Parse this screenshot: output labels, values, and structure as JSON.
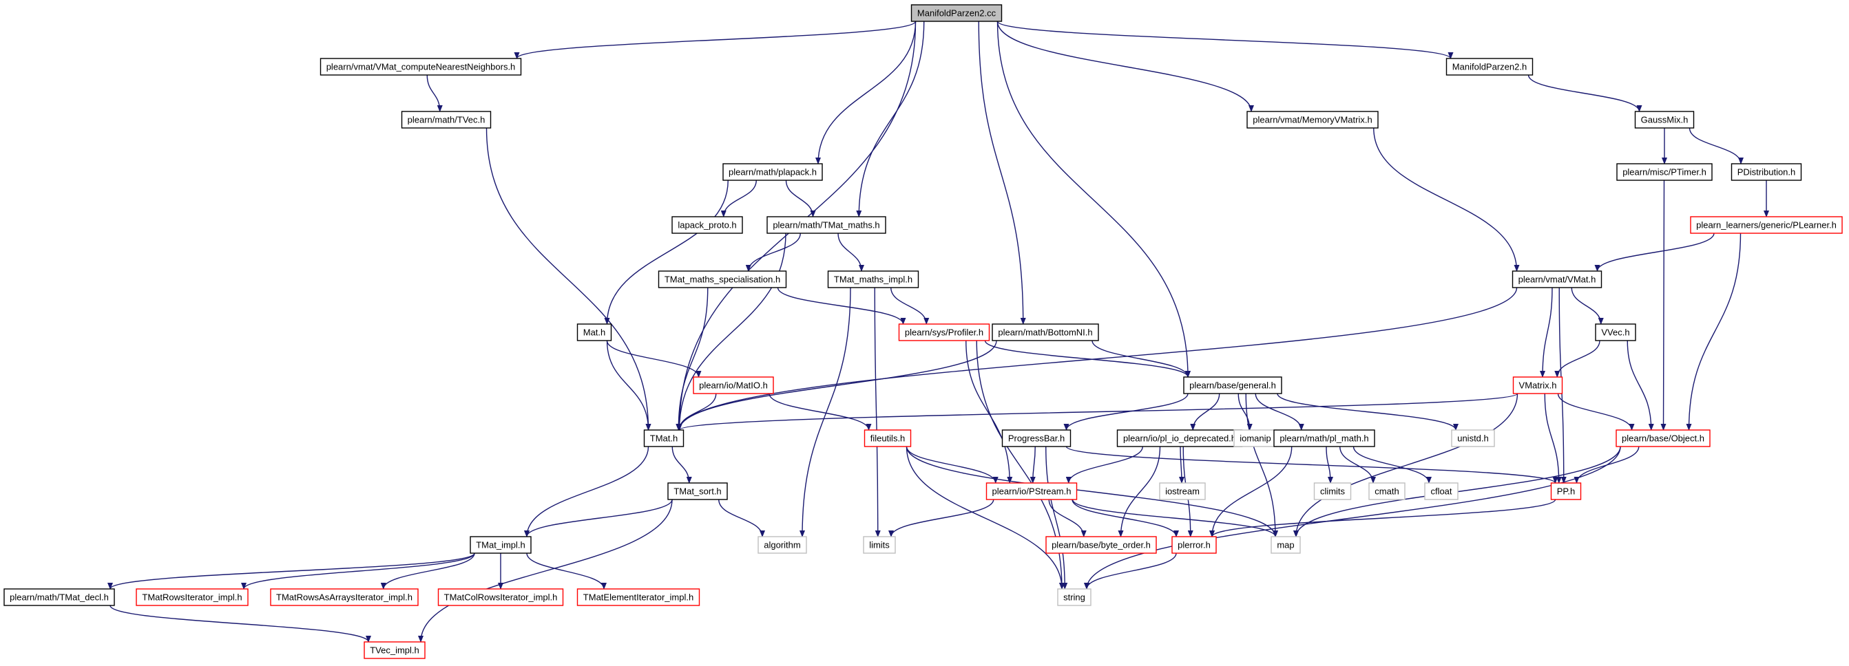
{
  "colors": {
    "normal_border": "#000000",
    "truncated_border": "#ff0000",
    "system_border": "#bfbfbf",
    "root_fill": "#bfbfbf",
    "edge": "#191970",
    "system_text": "#404040"
  },
  "nodes": [
    {
      "id": "manifold_cc",
      "label": "ManifoldParzen2.cc",
      "kind": "root"
    },
    {
      "id": "vmat_cnn",
      "label": "plearn/vmat/VMat_computeNearestNeighbors.h",
      "kind": "normal"
    },
    {
      "id": "tvec_h",
      "label": "plearn/math/TVec.h",
      "kind": "normal"
    },
    {
      "id": "plapack",
      "label": "plearn/math/plapack.h",
      "kind": "normal"
    },
    {
      "id": "lapack_proto",
      "label": "lapack_proto.h",
      "kind": "normal"
    },
    {
      "id": "tmat_maths",
      "label": "plearn/math/TMat_maths.h",
      "kind": "normal"
    },
    {
      "id": "tmat_maths_spec",
      "label": "TMat_maths_specialisation.h",
      "kind": "normal"
    },
    {
      "id": "tmat_maths_impl",
      "label": "TMat_maths_impl.h",
      "kind": "normal"
    },
    {
      "id": "mat_h",
      "label": "Mat.h",
      "kind": "normal"
    },
    {
      "id": "profiler",
      "label": "plearn/sys/Profiler.h",
      "kind": "truncated"
    },
    {
      "id": "bottomni",
      "label": "plearn/math/BottomNI.h",
      "kind": "normal"
    },
    {
      "id": "matio",
      "label": "plearn/io/MatIO.h",
      "kind": "truncated"
    },
    {
      "id": "tmat_h",
      "label": "TMat.h",
      "kind": "normal"
    },
    {
      "id": "fileutils",
      "label": "fileutils.h",
      "kind": "truncated"
    },
    {
      "id": "general",
      "label": "plearn/base/general.h",
      "kind": "normal"
    },
    {
      "id": "memvmatrix",
      "label": "plearn/vmat/MemoryVMatrix.h",
      "kind": "normal"
    },
    {
      "id": "manifold_h",
      "label": "ManifoldParzen2.h",
      "kind": "normal"
    },
    {
      "id": "gaussmix",
      "label": "GaussMix.h",
      "kind": "normal"
    },
    {
      "id": "ptimer",
      "label": "plearn/misc/PTimer.h",
      "kind": "normal"
    },
    {
      "id": "pdistribution",
      "label": "PDistribution.h",
      "kind": "normal"
    },
    {
      "id": "plearner",
      "label": "plearn_learners/generic/PLearner.h",
      "kind": "truncated"
    },
    {
      "id": "vmat_h",
      "label": "plearn/vmat/VMat.h",
      "kind": "normal"
    },
    {
      "id": "vvec",
      "label": "VVec.h",
      "kind": "normal"
    },
    {
      "id": "vmatrix",
      "label": "VMatrix.h",
      "kind": "truncated"
    },
    {
      "id": "object",
      "label": "plearn/base/Object.h",
      "kind": "truncated"
    },
    {
      "id": "progressbar",
      "label": "ProgressBar.h",
      "kind": "normal"
    },
    {
      "id": "pl_io_dep",
      "label": "plearn/io/pl_io_deprecated.h",
      "kind": "normal"
    },
    {
      "id": "iomanip",
      "label": "iomanip",
      "kind": "system"
    },
    {
      "id": "pl_math",
      "label": "plearn/math/pl_math.h",
      "kind": "normal"
    },
    {
      "id": "unistd",
      "label": "unistd.h",
      "kind": "system"
    },
    {
      "id": "tmat_sort",
      "label": "TMat_sort.h",
      "kind": "normal"
    },
    {
      "id": "pstream",
      "label": "plearn/io/PStream.h",
      "kind": "truncated"
    },
    {
      "id": "iostream",
      "label": "iostream",
      "kind": "system"
    },
    {
      "id": "climits",
      "label": "climits",
      "kind": "system"
    },
    {
      "id": "cmath",
      "label": "cmath",
      "kind": "system"
    },
    {
      "id": "cfloat",
      "label": "cfloat",
      "kind": "system"
    },
    {
      "id": "pp_h",
      "label": "PP.h",
      "kind": "truncated"
    },
    {
      "id": "tmat_impl",
      "label": "TMat_impl.h",
      "kind": "normal"
    },
    {
      "id": "algorithm",
      "label": "algorithm",
      "kind": "system"
    },
    {
      "id": "limits",
      "label": "limits",
      "kind": "system"
    },
    {
      "id": "byte_order",
      "label": "plearn/base/byte_order.h",
      "kind": "truncated"
    },
    {
      "id": "plerror",
      "label": "plerror.h",
      "kind": "truncated"
    },
    {
      "id": "map",
      "label": "map",
      "kind": "system"
    },
    {
      "id": "tmat_decl",
      "label": "plearn/math/TMat_decl.h",
      "kind": "normal"
    },
    {
      "id": "rows_iter",
      "label": "TMatRowsIterator_impl.h",
      "kind": "truncated"
    },
    {
      "id": "rows_arr_iter",
      "label": "TMatRowsAsArraysIterator_impl.h",
      "kind": "truncated"
    },
    {
      "id": "colrows_iter",
      "label": "TMatColRowsIterator_impl.h",
      "kind": "truncated"
    },
    {
      "id": "elem_iter",
      "label": "TMatElementIterator_impl.h",
      "kind": "truncated"
    },
    {
      "id": "string",
      "label": "string",
      "kind": "system"
    },
    {
      "id": "tvec_impl",
      "label": "TVec_impl.h",
      "kind": "truncated"
    }
  ],
  "edges": [
    {
      "from": "manifold_cc",
      "to": "vmat_cnn"
    },
    {
      "from": "manifold_cc",
      "to": "tmat_h"
    },
    {
      "from": "manifold_cc",
      "to": "plapack"
    },
    {
      "from": "manifold_cc",
      "to": "tmat_maths"
    },
    {
      "from": "manifold_cc",
      "to": "bottomni"
    },
    {
      "from": "manifold_cc",
      "to": "general"
    },
    {
      "from": "manifold_cc",
      "to": "memvmatrix"
    },
    {
      "from": "manifold_cc",
      "to": "manifold_h"
    },
    {
      "from": "vmat_cnn",
      "to": "tvec_h"
    },
    {
      "from": "tvec_h",
      "to": "tmat_h"
    },
    {
      "from": "plapack",
      "to": "lapack_proto"
    },
    {
      "from": "plapack",
      "to": "tmat_maths"
    },
    {
      "from": "plapack",
      "to": "mat_h"
    },
    {
      "from": "tmat_maths",
      "to": "tmat_maths_spec"
    },
    {
      "from": "tmat_maths",
      "to": "tmat_maths_impl"
    },
    {
      "from": "tmat_maths",
      "to": "tmat_h"
    },
    {
      "from": "tmat_maths_spec",
      "to": "profiler"
    },
    {
      "from": "tmat_maths_spec",
      "to": "tmat_h"
    },
    {
      "from": "tmat_maths_impl",
      "to": "profiler"
    },
    {
      "from": "tmat_maths_impl",
      "to": "algorithm"
    },
    {
      "from": "tmat_maths_impl",
      "to": "limits"
    },
    {
      "from": "mat_h",
      "to": "tmat_h"
    },
    {
      "from": "mat_h",
      "to": "matio"
    },
    {
      "from": "profiler",
      "to": "general"
    },
    {
      "from": "profiler",
      "to": "pstream"
    },
    {
      "from": "profiler",
      "to": "string"
    },
    {
      "from": "bottomni",
      "to": "general"
    },
    {
      "from": "bottomni",
      "to": "tmat_h"
    },
    {
      "from": "matio",
      "to": "tmat_h"
    },
    {
      "from": "matio",
      "to": "fileutils"
    },
    {
      "from": "tmat_h",
      "to": "tmat_sort"
    },
    {
      "from": "tmat_h",
      "to": "tmat_impl"
    },
    {
      "from": "fileutils",
      "to": "pstream"
    },
    {
      "from": "fileutils",
      "to": "map"
    },
    {
      "from": "fileutils",
      "to": "string"
    },
    {
      "from": "general",
      "to": "progressbar"
    },
    {
      "from": "general",
      "to": "pl_io_dep"
    },
    {
      "from": "general",
      "to": "iomanip"
    },
    {
      "from": "general",
      "to": "pl_math"
    },
    {
      "from": "general",
      "to": "unistd"
    },
    {
      "from": "general",
      "to": "map"
    },
    {
      "from": "memvmatrix",
      "to": "vmat_h"
    },
    {
      "from": "manifold_h",
      "to": "gaussmix"
    },
    {
      "from": "gaussmix",
      "to": "ptimer"
    },
    {
      "from": "gaussmix",
      "to": "pdistribution"
    },
    {
      "from": "ptimer",
      "to": "object"
    },
    {
      "from": "pdistribution",
      "to": "plearner"
    },
    {
      "from": "plearner",
      "to": "vmat_h"
    },
    {
      "from": "plearner",
      "to": "object"
    },
    {
      "from": "vmat_h",
      "to": "tmat_h"
    },
    {
      "from": "vmat_h",
      "to": "vvec"
    },
    {
      "from": "vmat_h",
      "to": "vmatrix"
    },
    {
      "from": "vmat_h",
      "to": "pp_h"
    },
    {
      "from": "vvec",
      "to": "vmatrix"
    },
    {
      "from": "vvec",
      "to": "object"
    },
    {
      "from": "vmatrix",
      "to": "tmat_h"
    },
    {
      "from": "vmatrix",
      "to": "object"
    },
    {
      "from": "vmatrix",
      "to": "pp_h"
    },
    {
      "from": "vmatrix",
      "to": "map"
    },
    {
      "from": "object",
      "to": "pp_h"
    },
    {
      "from": "object",
      "to": "map"
    },
    {
      "from": "object",
      "to": "string"
    },
    {
      "from": "progressbar",
      "to": "pstream"
    },
    {
      "from": "progressbar",
      "to": "pp_h"
    },
    {
      "from": "progressbar",
      "to": "string"
    },
    {
      "from": "pl_io_dep",
      "to": "pstream"
    },
    {
      "from": "pl_io_dep",
      "to": "iostream"
    },
    {
      "from": "pl_io_dep",
      "to": "byte_order"
    },
    {
      "from": "pl_io_dep",
      "to": "plerror"
    },
    {
      "from": "pl_math",
      "to": "climits"
    },
    {
      "from": "pl_math",
      "to": "cmath"
    },
    {
      "from": "pl_math",
      "to": "cfloat"
    },
    {
      "from": "pl_math",
      "to": "plerror"
    },
    {
      "from": "pp_h",
      "to": "plerror"
    },
    {
      "from": "tmat_sort",
      "to": "tmat_impl"
    },
    {
      "from": "tmat_sort",
      "to": "algorithm"
    },
    {
      "from": "tmat_sort",
      "to": "tvec_impl"
    },
    {
      "from": "pstream",
      "to": "limits"
    },
    {
      "from": "pstream",
      "to": "byte_order"
    },
    {
      "from": "pstream",
      "to": "plerror"
    },
    {
      "from": "pstream",
      "to": "map"
    },
    {
      "from": "plerror",
      "to": "string"
    },
    {
      "from": "tmat_impl",
      "to": "tmat_decl"
    },
    {
      "from": "tmat_impl",
      "to": "rows_iter"
    },
    {
      "from": "tmat_impl",
      "to": "rows_arr_iter"
    },
    {
      "from": "tmat_impl",
      "to": "colrows_iter"
    },
    {
      "from": "tmat_impl",
      "to": "elem_iter"
    },
    {
      "from": "tmat_decl",
      "to": "tvec_impl"
    }
  ]
}
